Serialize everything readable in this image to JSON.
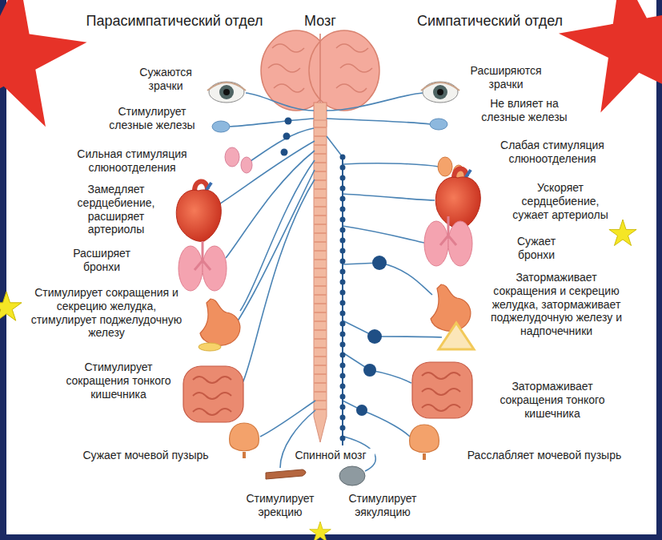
{
  "diagram": {
    "labels": [
      "Парасимпатический отдел",
      "Мозг",
      "Симпатический отдел",
      "Сужаются зрачки",
      "Расширяются зрачки",
      "Стимулирует слезные железы",
      "Не влияет на слезные железы",
      "Сильная стимуляция слюноотделения",
      "Слабая стимуляция слюноотделения",
      "Замедляет сердцебиение, расширяет артериолы",
      "Ускоряет сердцебиение, сужает артериолы",
      "Расширяет бронхи",
      "Сужает бронхи",
      "Стимулирует сокращения и секрецию желудка, стимулирует поджелудочную железу",
      "Затормаживает сокращения и секрецию желудка, затормаживает поджелудочную железу и надпочечники",
      "Стимулирует сокращения тонкого кишечника",
      "Затормаживает сокращения тонкого кишечника",
      "Сужает мочевой пузырь",
      "Спинной мозг",
      "Расслабляет мочевой пузырь",
      "Стимулирует эрекцию",
      "Стимулирует эякуляцию"
    ]
  }
}
